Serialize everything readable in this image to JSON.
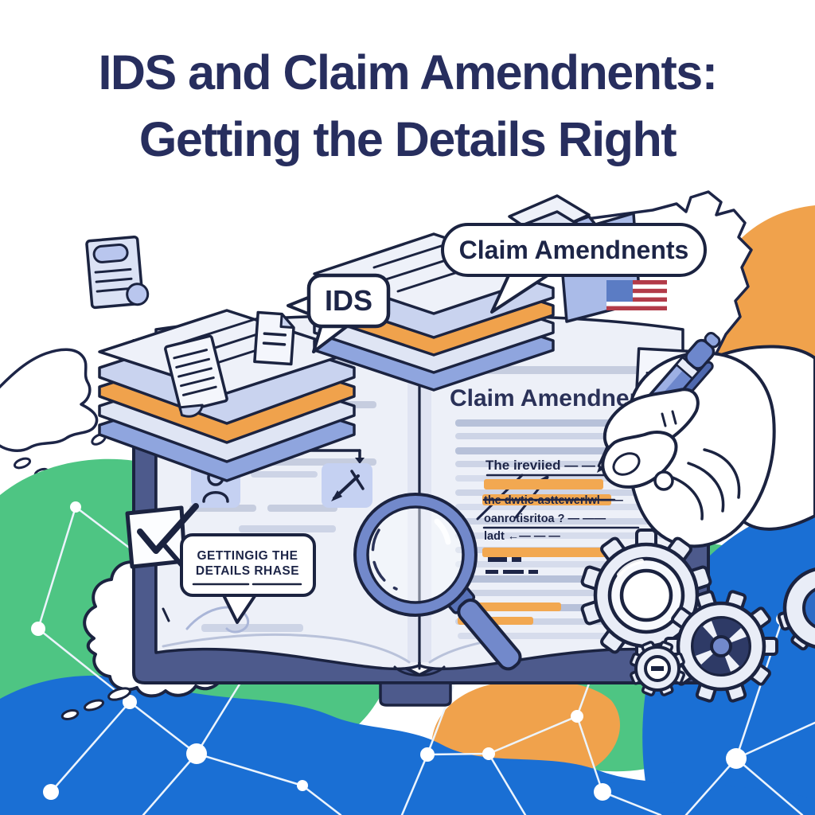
{
  "title": {
    "line1": "IDS and Claim Amendnents:",
    "line2": "Getting the Details Right"
  },
  "bubbles": {
    "ids": "IDS",
    "claim": "Claim Amendnents",
    "details_line1": "GETTINGIG THE",
    "details_line2": "DETAILS RHASE"
  },
  "book": {
    "right_page_heading": "Claim Amendnents",
    "annotations": {
      "line1": "The ireviied — —",
      "line2": "the dwtic-asttewerlwl——",
      "line3": "oanrotisritoa ? — ——",
      "line4": "ladt ←— — —"
    }
  },
  "colors": {
    "navy_outline": "#1b2340",
    "title_navy": "#272e5e",
    "periwinkle": "#8fa5de",
    "light_periwinkle": "#c5d1f2",
    "page": "#edf0f8",
    "book_cover": "#4d5a8c",
    "orange": "#f0a24c",
    "green": "#4ec583",
    "blue": "#1a6fd4",
    "flag_blue": "#5b7cc4",
    "flag_red": "#b23b49",
    "pen_blue": "#6d87cc"
  }
}
